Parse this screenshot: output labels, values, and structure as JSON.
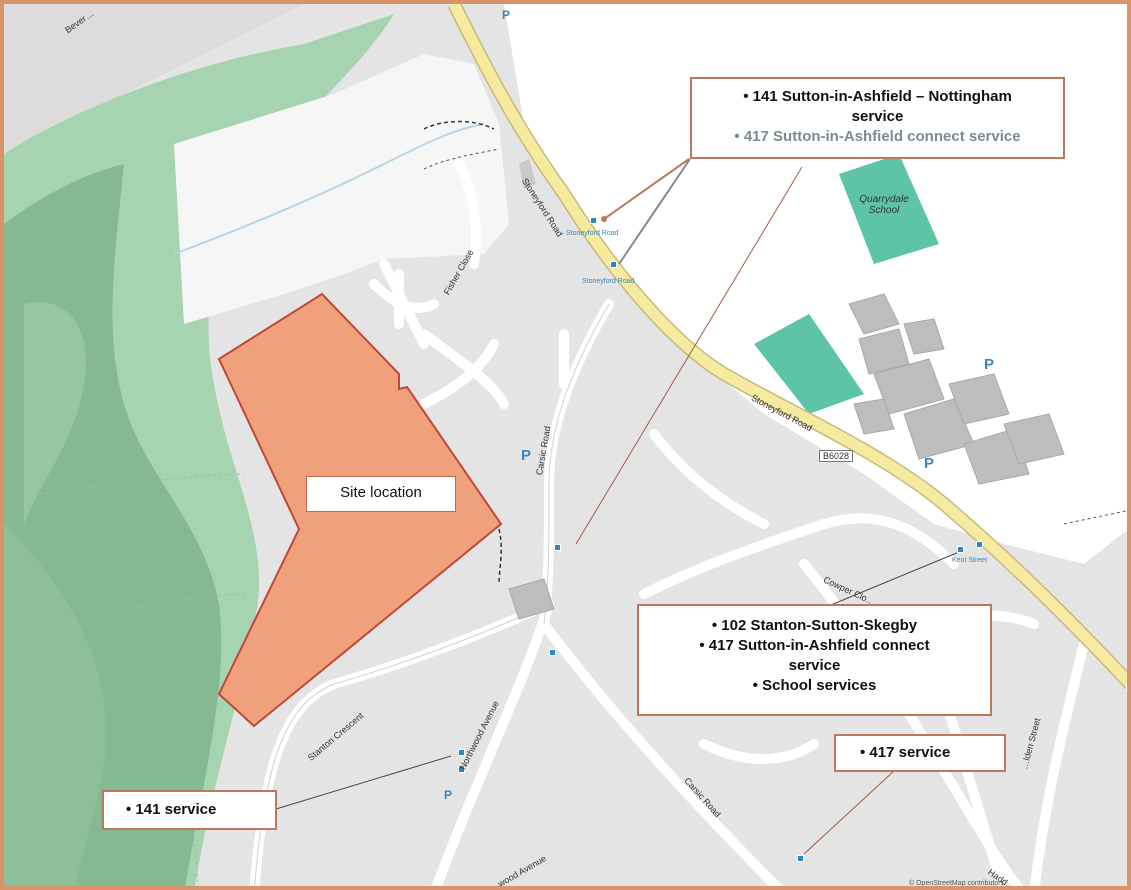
{
  "map": {
    "site_label": "Site location",
    "callouts": {
      "top_right": {
        "line1": "141 Sutton-in-Ashfield – Nottingham",
        "line2": "service",
        "line3": "417 Sutton-in-Ashfield connect service"
      },
      "middle_right": {
        "line1": "102 Stanton-Sutton-Skegby",
        "line2": "417 Sutton-in-Ashfield connect",
        "line3": "service",
        "line4": "School services"
      },
      "bottom_left": {
        "line1": "141 service"
      },
      "bottom_right": {
        "line1": "417 service"
      }
    },
    "street_labels": {
      "stoneyford_road_1": "Stoneyford Road",
      "stoneyford_road_2": "Stoneyford Road",
      "road_number": "B6028",
      "fisher_close": "Fisher Close",
      "carsic_road_1": "Carsic Road",
      "carsic_road_2": "Carsic Road",
      "stanton_crescent": "Stanton Crescent",
      "northwood_avenue_1": "Northwood Avenue",
      "northwood_avenue_2": "…wood Avenue",
      "cowper_close": "Cowper Clo…",
      "alden_street": "…lden Street",
      "hadden": "Hadd…",
      "quarrydale_school": "Quarrydale School",
      "top_left": "Bever…",
      "attribution": "© OpenStreetMap contributors"
    },
    "stop_labels": {
      "stoneyford_1": "Stoneyford Road",
      "stoneyford_2": "Stoneyford Road",
      "stop_east": "Kent Street"
    },
    "parking_label": "P",
    "colors": {
      "woodland_dark": "#7fb58f",
      "woodland_light": "#a7d4b0",
      "site_fill": "#f0a07a",
      "site_border": "#c0483a",
      "main_road": "#f4eaa0",
      "school_green": "#5ec4a8",
      "callout_border": "#b97a5a",
      "bus_stop": "#2f86c4"
    }
  }
}
